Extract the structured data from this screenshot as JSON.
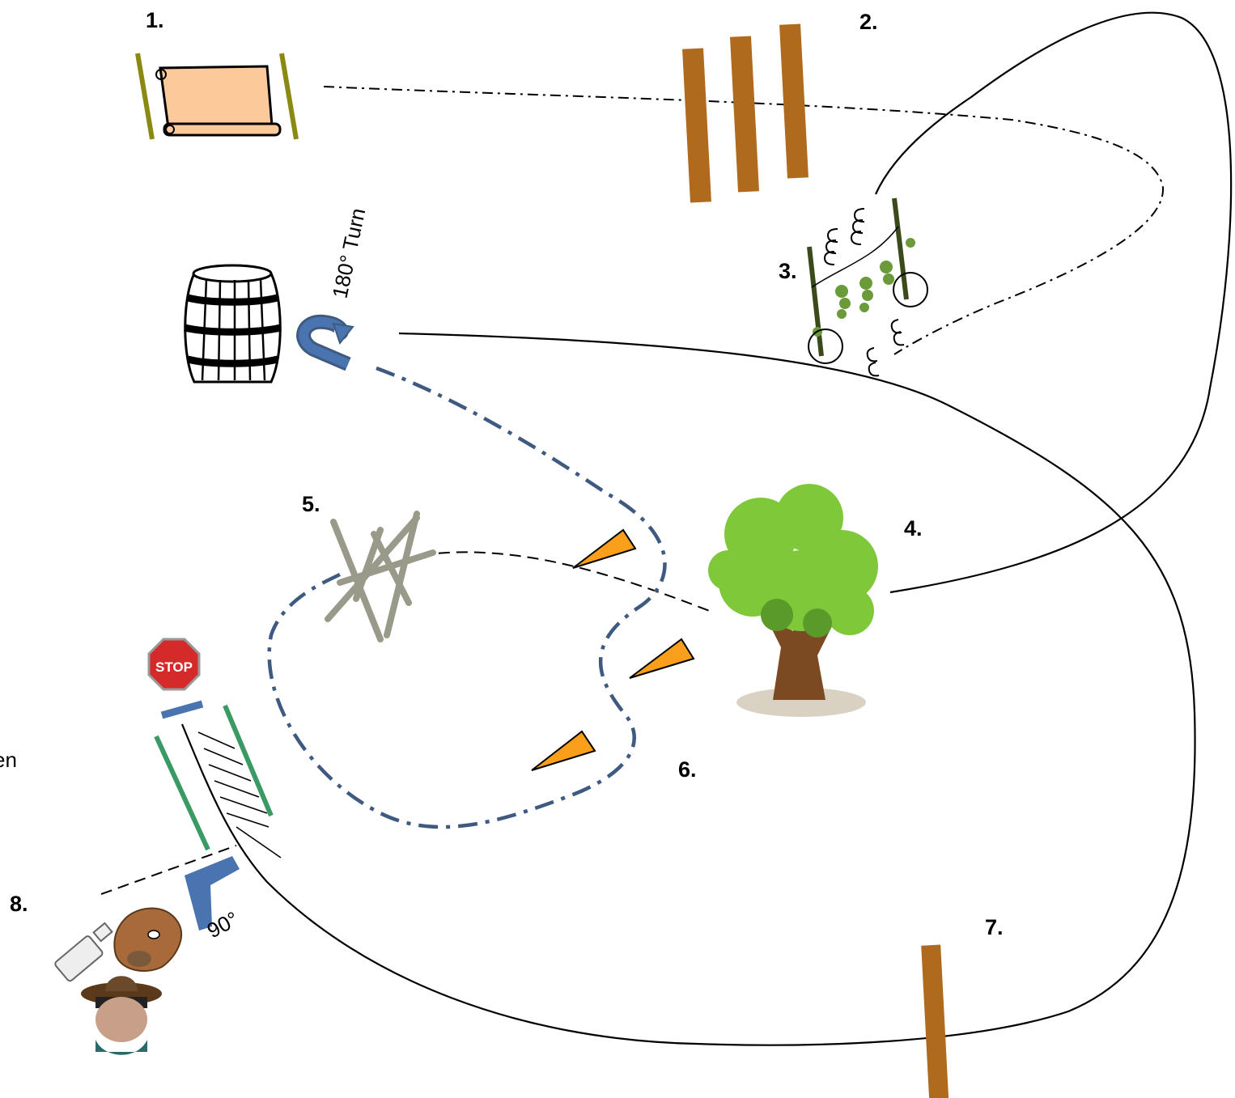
{
  "diagram": {
    "stations": [
      {
        "number": "1.",
        "obstacle": "scroll-gate"
      },
      {
        "number": "2.",
        "obstacle": "ground-poles"
      },
      {
        "number": "3.",
        "obstacle": "hanging-vines"
      },
      {
        "number": "4.",
        "obstacle": "tree"
      },
      {
        "number": "5.",
        "obstacle": "crossed-logs"
      },
      {
        "number": "6.",
        "obstacle": "cones-serpentine"
      },
      {
        "number": "7.",
        "obstacle": "ground-pole"
      },
      {
        "number": "8.",
        "obstacle": "cowboy-horse-bottle"
      }
    ],
    "turn_label": "180° Turn",
    "angle_label": "90°",
    "cutoff_text": "en",
    "stop_sign_text": "STOP",
    "colors": {
      "pole": "#b06a1e",
      "scroll": "#fcc99a",
      "scroll_post": "#8a8a12",
      "cone": "#f99f1b",
      "blue_path": "#3e5a80",
      "arrow_blue": "#4a74b0",
      "gate_green": "#3a9a64",
      "tree_leaf": "#7fc83a",
      "trunk": "#7b4a22",
      "stop_red": "#d42a2a"
    }
  }
}
